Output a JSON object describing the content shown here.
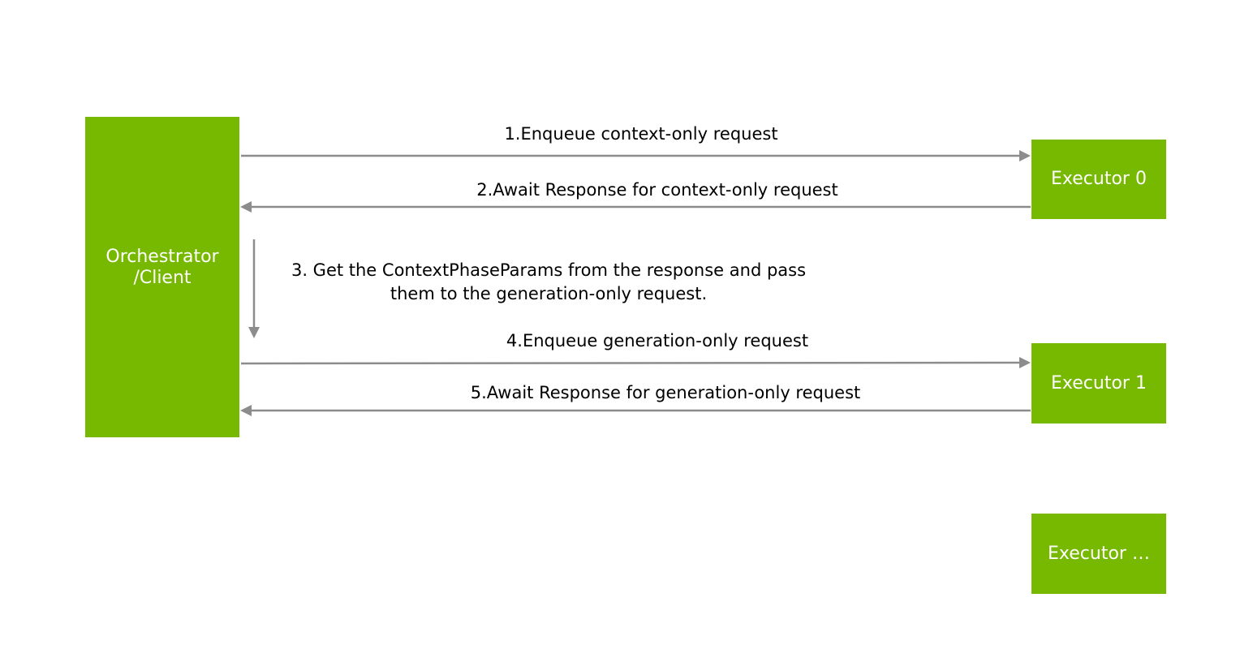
{
  "nodes": {
    "orchestrator": {
      "line1": "Orchestrator",
      "line2": "/Client"
    },
    "executor0": {
      "label": "Executor 0"
    },
    "executor1": {
      "label": "Executor 1"
    },
    "executorN": {
      "label": "Executor …"
    }
  },
  "steps": {
    "step1": "1.Enqueue context-only request",
    "step2": "2.Await Response for context-only request",
    "step3_line1": "3. Get the ContextPhaseParams from the response and pass",
    "step3_line2": "them to the generation-only request.",
    "step4": "4.Enqueue generation-only request",
    "step5": "5.Await Response for generation-only request"
  },
  "colors": {
    "node_fill": "#76b900",
    "node_text": "#ffffff",
    "arrow": "#8c8c8c",
    "label_text": "#000000"
  }
}
